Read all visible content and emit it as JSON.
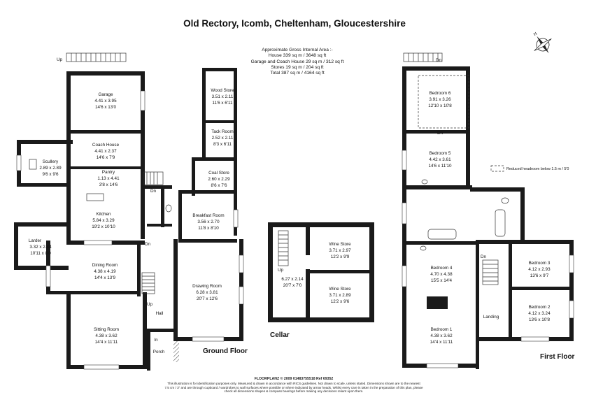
{
  "title": "Old Rectory, Icomb, Cheltenham, Gloucestershire",
  "area_summary": {
    "heading": "Approximate Gross Internal Area :-",
    "lines": [
      "House 339 sq m / 3648 sq ft",
      "Garage and Coach House 29 sq m / 312 sq ft",
      "Stores 19 sq m / 204 sq ft",
      "Total 387 sq m / 4164 sq ft"
    ]
  },
  "floors": {
    "ground": "Ground Floor",
    "cellar": "Cellar",
    "first": "First Floor"
  },
  "rooms": {
    "garage": {
      "name": "Garage",
      "metric": "4.41 x 3.95",
      "imperial": "14'6 x 13'0"
    },
    "coach_house": {
      "name": "Coach House",
      "metric": "4.41 x 2.37",
      "imperial": "14'6 x 7'9"
    },
    "scullery": {
      "name": "Scullery",
      "metric": "2.89 x 2.89",
      "imperial": "9'6 x 9'6"
    },
    "pantry": {
      "name": "Pantry",
      "metric": "1.13 x 4.41",
      "imperial": "3'8 x 14'6"
    },
    "kitchen": {
      "name": "Kitchen",
      "metric": "5.84 x 3.29",
      "imperial": "19'2 x 10'10"
    },
    "larder": {
      "name": "Larder",
      "metric": "3.32 x 2.44",
      "imperial": "10'11 x 8'0"
    },
    "dining_room": {
      "name": "Dining Room",
      "metric": "4.38 x 4.19",
      "imperial": "14'4 x 13'9"
    },
    "sitting_room": {
      "name": "Sitting Room",
      "metric": "4.38 x 3.62",
      "imperial": "14'4 x 11'11"
    },
    "wood_store": {
      "name": "Wood Store",
      "metric": "3.51 x 2.11",
      "imperial": "11'6 x 6'11"
    },
    "tack_room": {
      "name": "Tack Room",
      "metric": "2.52 x 2.11",
      "imperial": "8'3 x 6'11"
    },
    "coal_store": {
      "name": "Coal Store",
      "metric": "2.60 x 2.29",
      "imperial": "8'6 x 7'6"
    },
    "breakfast_room": {
      "name": "Breakfast Room",
      "metric": "3.56 x 2.70",
      "imperial": "11'8 x 8'10"
    },
    "drawing_room": {
      "name": "Drawing Room",
      "metric": "6.28 x 3.81",
      "imperial": "20'7 x 12'6"
    },
    "cellar_main": {
      "metric": "6.27 x 2.14",
      "imperial": "20'7 x 7'0"
    },
    "wine_store_1": {
      "name": "Wine Store",
      "metric": "3.71 x 2.97",
      "imperial": "12'2 x 9'9"
    },
    "wine_store_2": {
      "name": "Wine Store",
      "metric": "3.71 x 2.89",
      "imperial": "12'2 x 9'6"
    },
    "bedroom_6": {
      "name": "Bedroom 6",
      "metric": "3.91 x 3.26",
      "imperial": "12'10 x 10'8"
    },
    "bedroom_5": {
      "name": "Bedroom 5",
      "metric": "4.42 x 3.61",
      "imperial": "14'6 x 11'10"
    },
    "bedroom_4": {
      "name": "Bedroom 4",
      "metric": "4.70 x 4.38",
      "imperial": "15'5 x 14'4"
    },
    "bedroom_3": {
      "name": "Bedroom 3",
      "metric": "4.12 x 2.93",
      "imperial": "13'6 x 9'7"
    },
    "bedroom_2": {
      "name": "Bedroom 2",
      "metric": "4.12 x 3.24",
      "imperial": "13'6 x 10'8"
    },
    "bedroom_1": {
      "name": "Bedroom 1",
      "metric": "4.38 x 3.62",
      "imperial": "14'4 x 11'11"
    }
  },
  "labels": {
    "hall": "Hall",
    "porch": "Porch",
    "in": "In",
    "landing": "Landing",
    "up": "Up",
    "dn": "Dn",
    "reduced_headroom": "Reduced headroom below 1.5 m / 5'0"
  },
  "footer": {
    "credit": "FLOORPLANZ © 2009     01483755518     Ref  69352",
    "lines": [
      "This illustration is for identification purposes only. Measured & drawn in accordance with RICS guidelines.  Not drawn to scale, unless stated. Dimensions shown are to the nearest",
      "7.5 cm / 3\" and are through cupboard / wardrobes to wall surfaces where possible or where indicated by arrow heads. Whilst every care is taken in the preparation of this plan, please",
      "check all dimensions shapes & compass bearings before making any decisions reliant upon them."
    ]
  },
  "compass": {
    "icon": "compass-rose-icon",
    "label": "N"
  },
  "colors": {
    "wall": "#1a1a1a",
    "hatch": "#444444",
    "background": "#ffffff"
  }
}
